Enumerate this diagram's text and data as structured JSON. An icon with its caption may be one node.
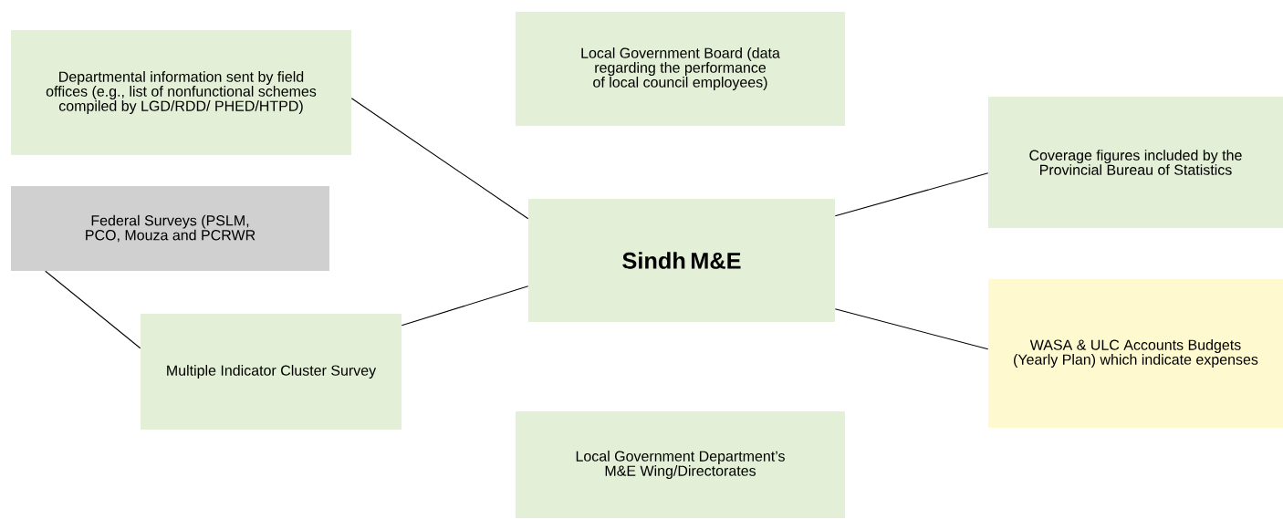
{
  "diagram": {
    "nodes": [
      {
        "text": [
          "Departmental information sent by field offices (e.g., list of nonfunctional schemes compiled by LGD/RDD/ PHED/HTPD)"
        ]
      },
      {
        "text": [
          "Local Government Board (data regarding the performance of local council employees)"
        ]
      },
      {
        "text": [
          "Coverage figures included by the Provincial Bureau of Statistics"
        ]
      },
      {
        "text": [
          "Federal Surveys (PSLM, PCO, Mouza and PCRWR"
        ]
      },
      {
        "text": [
          "Sindh M&E"
        ]
      },
      {
        "text": [
          "WASA & ULC Accounts Budgets (Yearly Plan) which indicate expenses"
        ]
      },
      {
        "text": [
          "Multiple Indicator Cluster Survey"
        ]
      },
      {
        "text": [
          "Local Government Department’s M&E Wing/Directorates"
        ]
      }
    ],
    "edges": [
      {
        "from": 0,
        "to": 4,
        "arrow": "none"
      },
      {
        "from": 4,
        "to": 2,
        "arrow": "none"
      },
      {
        "from": 3,
        "to": 6,
        "arrow": "none"
      },
      {
        "from": 6,
        "to": 4,
        "arrow": "none"
      },
      {
        "from": 4,
        "to": 5,
        "arrow": "none"
      }
    ]
  }
}
